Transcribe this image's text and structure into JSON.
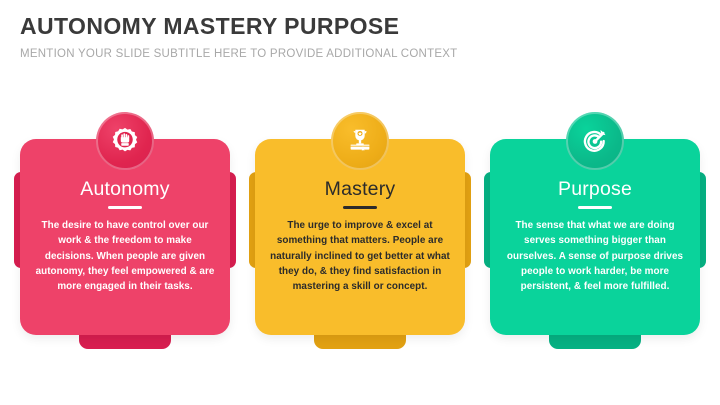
{
  "header": {
    "title": "AUTONOMY MASTERY PURPOSE",
    "subtitle": "MENTION YOUR SLIDE SUBTITLE HERE TO PROVIDE ADDITIONAL CONTEXT",
    "title_color": "#3a3a3a",
    "subtitle_color": "#a8a8a8"
  },
  "cards": [
    {
      "id": "autonomy",
      "title": "Autonomy",
      "body": "The desire to have control over our work & the freedom to make decisions. When people are given autonomy, they feel empowered & are more engaged in their tasks.",
      "icon": "fist-in-gear-icon",
      "color": "#ee4269",
      "color_dark": "#d81e50",
      "badge_color": "#e0254f",
      "text_color": "#ffffff",
      "divider_color": "#ffffff"
    },
    {
      "id": "mastery",
      "title": "Mastery",
      "body": "The urge to improve & excel at something that matters. People are naturally inclined to get better at what they do, & they find satisfaction in mastering a skill or concept.",
      "icon": "trophy-on-book-icon",
      "color": "#f9bd2b",
      "color_dark": "#e2a112",
      "badge_color": "#eead18",
      "text_color": "#2b2b2b",
      "divider_color": "#2b2b2b"
    },
    {
      "id": "purpose",
      "title": "Purpose",
      "body": "The sense that what we are doing serves something bigger than ourselves. A sense of purpose drives people to work harder, be more persistent, & feel more fulfilled.",
      "icon": "target-arrow-icon",
      "color": "#0ad39b",
      "color_dark": "#06b183",
      "badge_color": "#0bb98a",
      "text_color": "#ffffff",
      "divider_color": "#ffffff"
    }
  ]
}
